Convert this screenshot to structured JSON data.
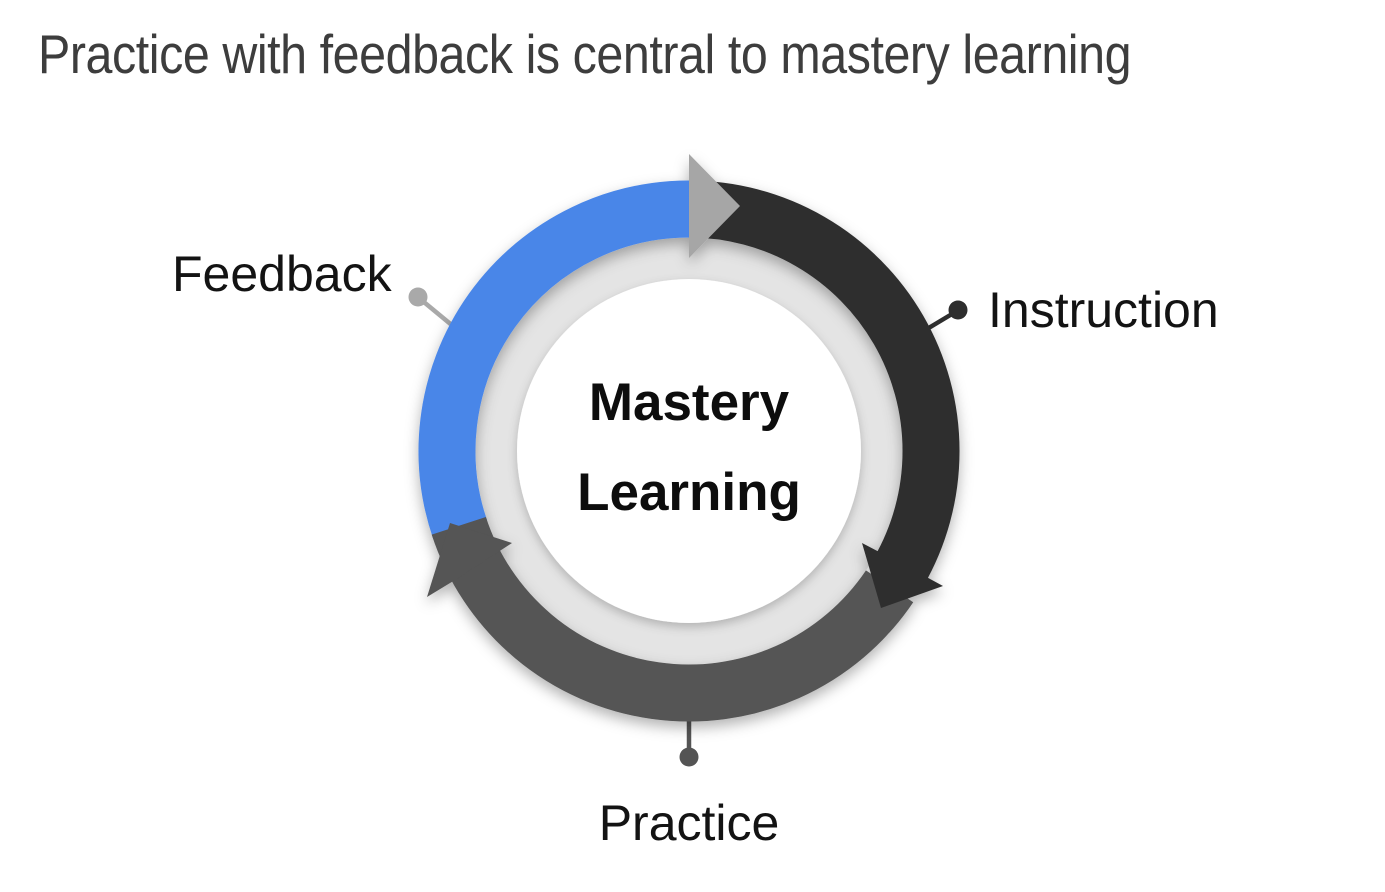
{
  "title": "Practice with feedback is central to mastery learning",
  "diagram": {
    "type": "cycle",
    "center": {
      "line1": "Mastery",
      "line2": "Learning"
    },
    "segments": [
      {
        "label": "Feedback",
        "color": "#4a86e8"
      },
      {
        "label": "Instruction",
        "color": "#2e2e2e"
      },
      {
        "label": "Practice",
        "color": "#545454"
      }
    ],
    "colors": {
      "feedback_blue": "#4a86e8",
      "instruction_dark": "#2e2e2e",
      "practice_gray": "#545454",
      "inner_ring_gray": "#e4e4e4",
      "start_arrow_silver": "#a6a6a6",
      "feedback_connector": "#a9a9a9",
      "instruction_connector": "#2e2e2e",
      "practice_connector": "#545454",
      "center_circle": "#ffffff",
      "title_text": "#3d3d3d",
      "label_text": "#131313",
      "background": "#ffffff"
    }
  }
}
